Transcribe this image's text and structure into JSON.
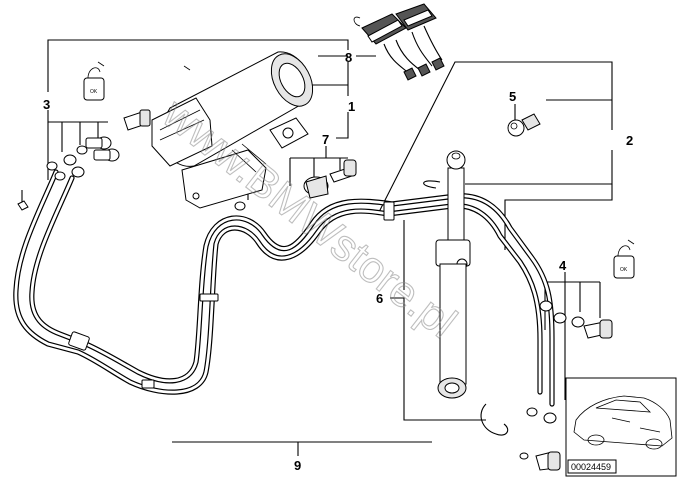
{
  "diagram": {
    "callouts": {
      "c1": "1",
      "c2": "2",
      "c3": "3",
      "c4": "4",
      "c5": "5",
      "c6": "6",
      "c7": "7",
      "c8": "8",
      "c9": "9"
    },
    "cap_label_left": "OK",
    "cap_label_right": "OK",
    "watermark": "www.BMWstore.pl",
    "reference_number": "00024459"
  }
}
